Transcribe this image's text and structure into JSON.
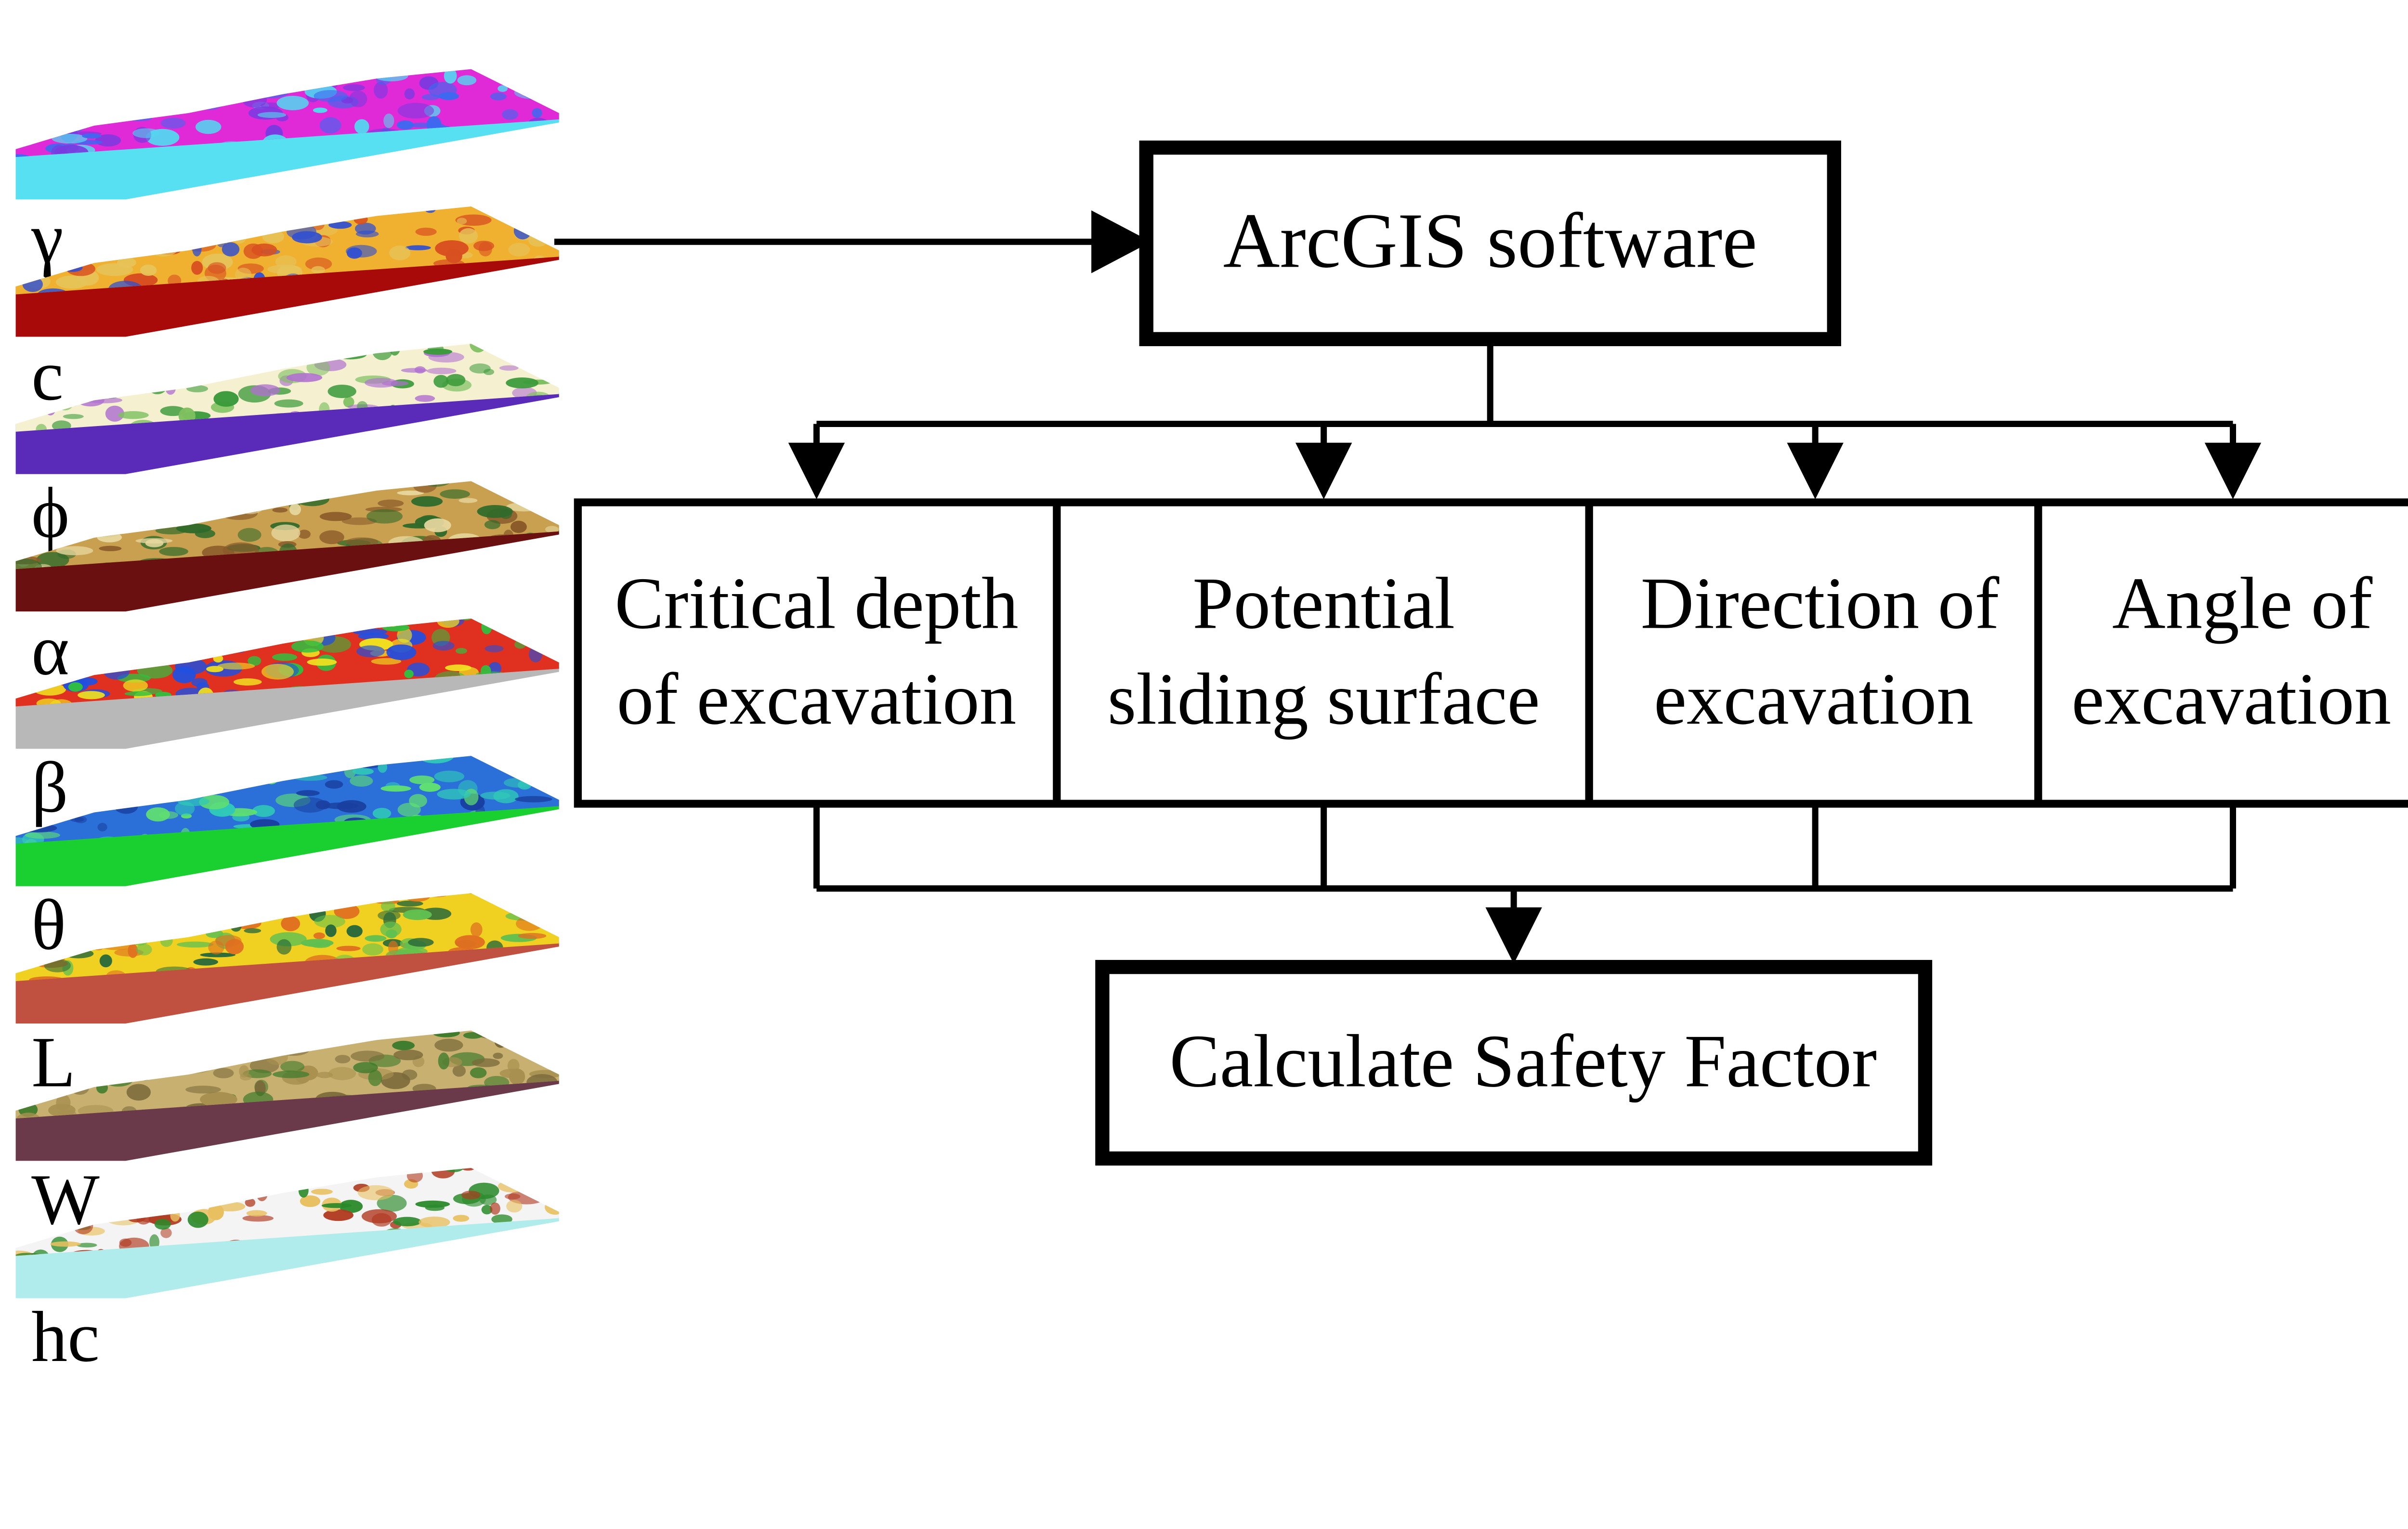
{
  "layers": [
    {
      "symbol": "γ",
      "colors": [
        "#e02ad8",
        "#3a6af0",
        "#7a3ae0",
        "#52d8f0"
      ],
      "base": "#56e0f2"
    },
    {
      "symbol": "c",
      "colors": [
        "#f0b030",
        "#d85020",
        "#3050d0",
        "#e6c45a"
      ],
      "base": "#a80a0a"
    },
    {
      "symbol": "ϕ",
      "colors": [
        "#f4f0d0",
        "#3a9a3a",
        "#b070d0",
        "#7ec060"
      ],
      "base": "#5a2ab8"
    },
    {
      "symbol": "α",
      "colors": [
        "#c8a050",
        "#2f6a2a",
        "#e8d8a0",
        "#8a5a2a"
      ],
      "base": "#6a1010"
    },
    {
      "symbol": "β",
      "colors": [
        "#e03020",
        "#2050e0",
        "#f0e020",
        "#30c040"
      ],
      "base": "#b8b8b8"
    },
    {
      "symbol": "θ",
      "colors": [
        "#2a70d8",
        "#30c8b8",
        "#1a40a0",
        "#60e070"
      ],
      "base": "#1ad030"
    },
    {
      "symbol": "L",
      "colors": [
        "#f0d020",
        "#2a6a3a",
        "#e07020",
        "#60c050"
      ],
      "base": "#c05040"
    },
    {
      "symbol": "W",
      "colors": [
        "#c8b070",
        "#3a7a2a",
        "#7a6a3a",
        "#a89050"
      ],
      "base": "#6a3a4a"
    },
    {
      "symbol": "hc",
      "colors": [
        "#f4f4f4",
        "#b03a20",
        "#2a8a2a",
        "#e8c060"
      ],
      "base": "#b0ecec"
    }
  ],
  "flow": {
    "top": "ArcGIS software",
    "middle": [
      {
        "line1": "Critical depth",
        "line2": "of excavation"
      },
      {
        "line1": "Potential",
        "line2": "sliding surface"
      },
      {
        "line1": "Direction of",
        "line2": "excavation"
      },
      {
        "line1": "Angle of",
        "line2": "excavation"
      }
    ],
    "bottom": "Calculate Safety Factor"
  }
}
